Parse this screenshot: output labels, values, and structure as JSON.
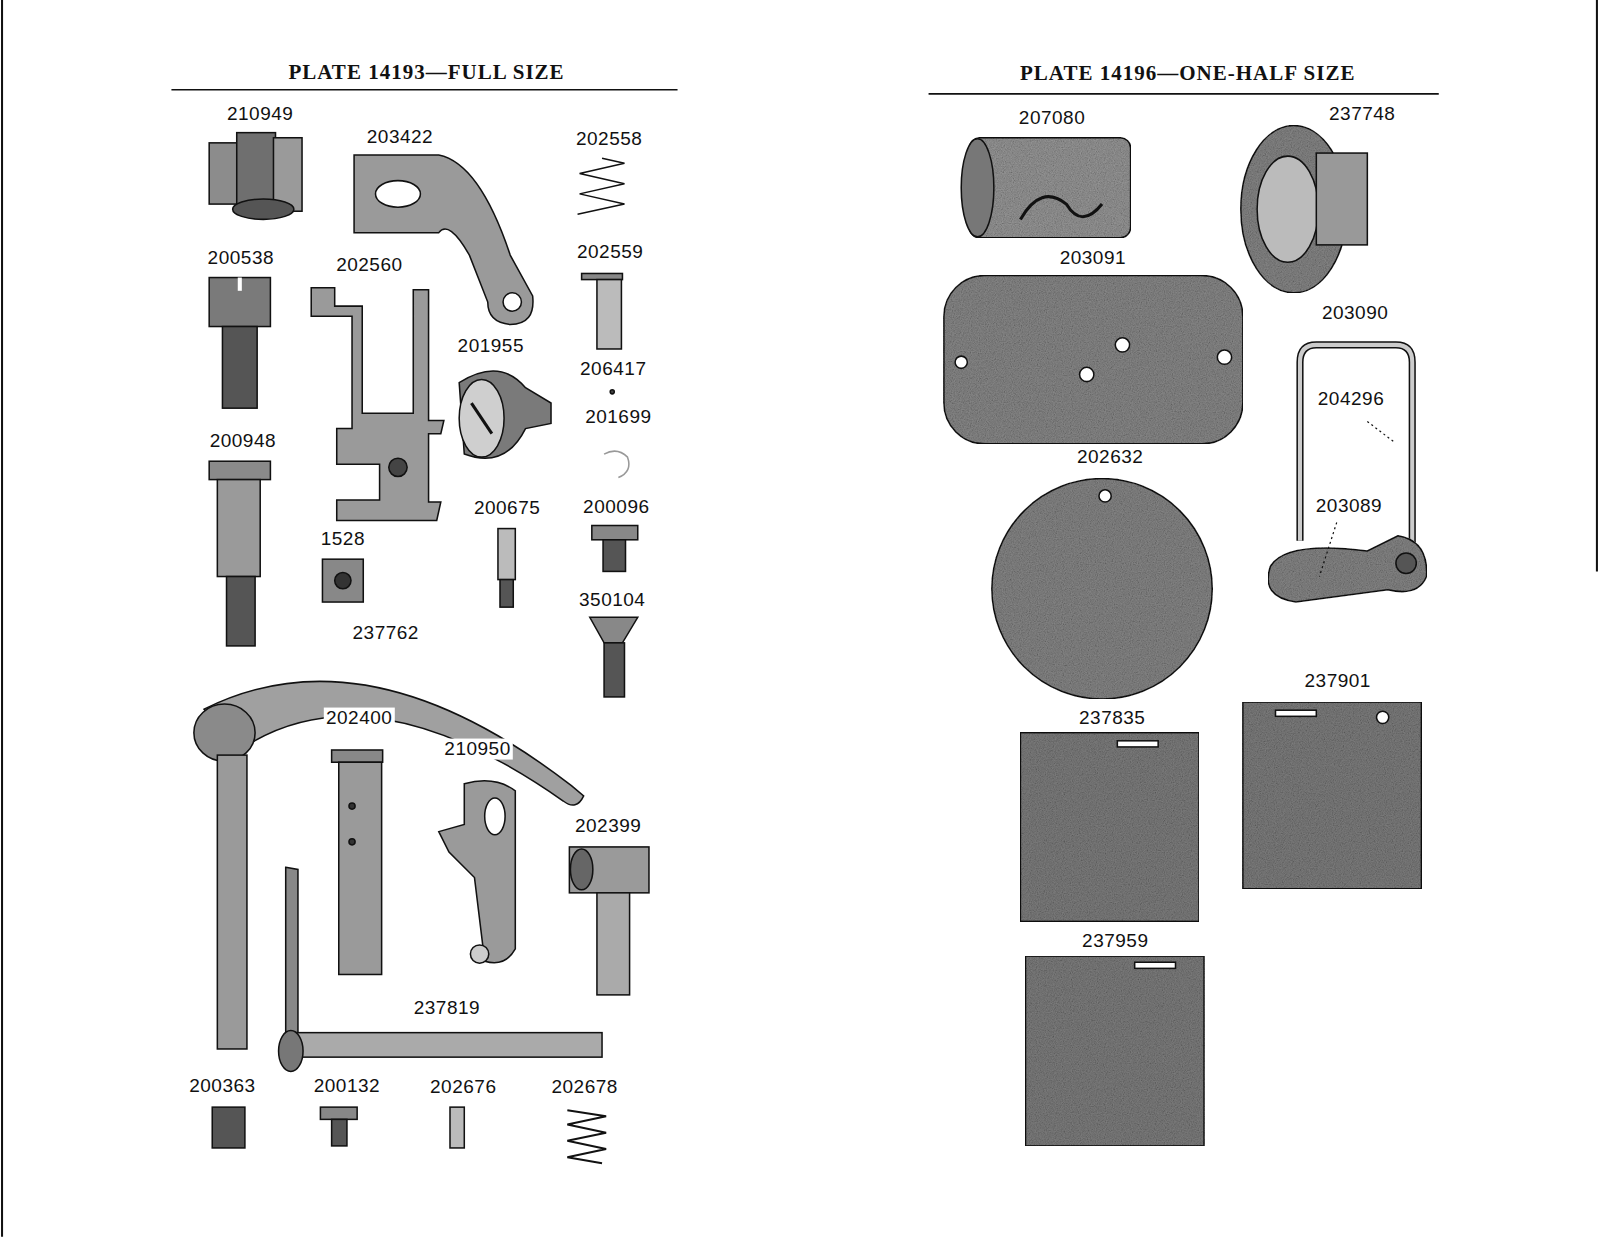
{
  "diagram": {
    "labels": [
      "PLATE 14193—FULL SIZE",
      "210949",
      "203422",
      "202558",
      "200538",
      "202560",
      "202559",
      "201955",
      "206417",
      "201699",
      "200948",
      "200675",
      "200096",
      "1528",
      "350104",
      "237762",
      "202400",
      "210950",
      "202399",
      "237819",
      "200363",
      "200132",
      "202676",
      "202678",
      "PLATE 14196—ONE-HALF SIZE",
      "207080",
      "237748",
      "203091",
      "203090",
      "204296",
      "202632",
      "203089",
      "237901",
      "237835",
      "237959"
    ]
  }
}
